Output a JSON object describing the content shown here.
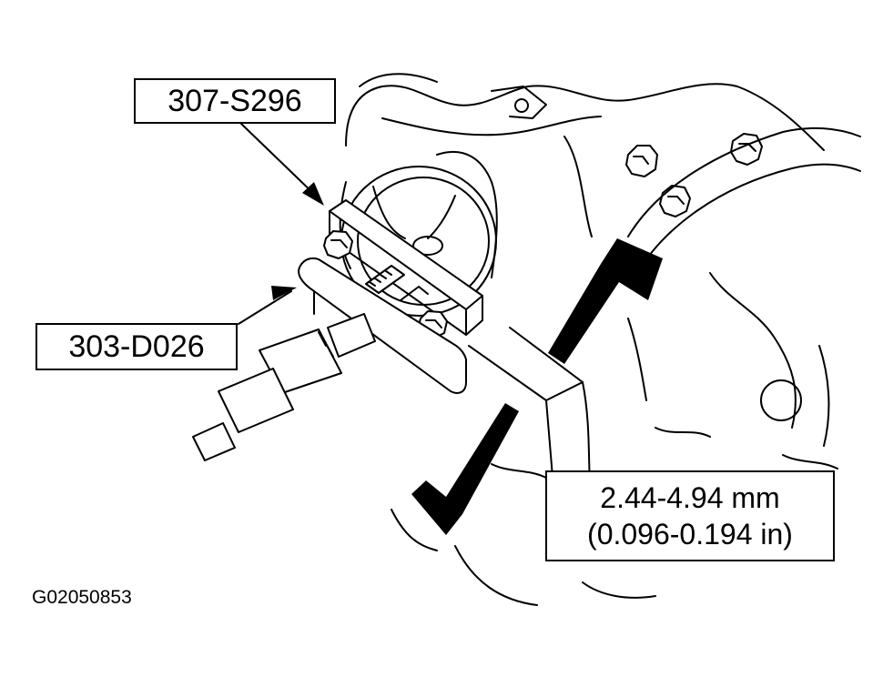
{
  "figure": {
    "callouts": {
      "tool_a": "307-S296",
      "tool_b": "303-D026",
      "spec_metric": "2.44-4.94 mm",
      "spec_imperial": "(0.096-0.194 in)"
    },
    "figure_id": "G02050853"
  },
  "colors": {
    "line": "#000000",
    "background": "#ffffff"
  }
}
